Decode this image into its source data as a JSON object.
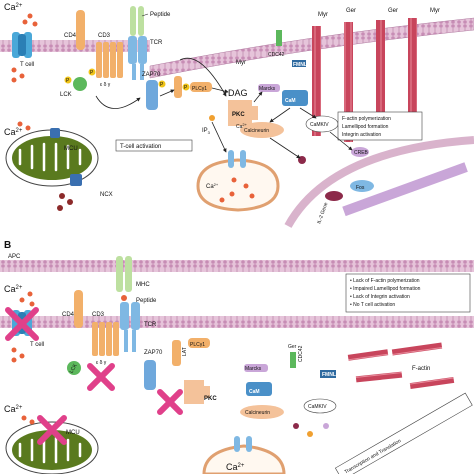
{
  "panel_a": {
    "ca_ion": "Ca",
    "ca_ion_sup": "2+",
    "t_cell": "T cell",
    "mcu": "MCU",
    "ncx": "NCX",
    "cd4": "CD4",
    "cd3": "CD3",
    "tcr": "TCR",
    "peptide": "Peptide",
    "lck": "LCK",
    "zap70": "ZAP70",
    "plcy1": "PLCγ1",
    "dag": "DAG",
    "ip3": "IP",
    "ip3_sub": "3",
    "pkc": "PKC",
    "myr": "Myr",
    "marcks": "Marcks",
    "ger": "Ger",
    "cdc42": "CDC42",
    "fmnl": "FMNL",
    "cam": "CaM",
    "calcineurin": "Calcineurin",
    "camkiv": "CaMKIV",
    "creb": "CREB",
    "fos": "Fos",
    "il2_gene": "IL-2 Gene",
    "t_cell_activation": "T-cell activation",
    "chain_labels": "ε δ γ",
    "phospho": "P",
    "outcomes": [
      "F-actin polymerization",
      "Lamellipod formation",
      "Integrin activation"
    ]
  },
  "panel_b": {
    "panel_letter": "B",
    "apc": "APC",
    "ca_ion": "Ca",
    "ca_ion_sup": "2+",
    "t_cell": "T cell",
    "mhc": "MHC",
    "peptide": "Peptide",
    "cd4": "CD4",
    "cd3": "CD3",
    "tcr": "TCR",
    "chain_labels": "ε δ γ",
    "zap70": "ZAP70",
    "lat": "LAT",
    "plcy1": "PLCγ1",
    "lck": "LCK",
    "ger": "Ger",
    "cdc42": "CDC42",
    "fmnl": "FMNL",
    "f_actin": "F-actin",
    "marcks": "Marcks",
    "cam": "CaM",
    "pkc": "PKC",
    "calcineurin": "Calcineurin",
    "camkiv": "CaMKIV",
    "mcu": "MCU",
    "transcription": "Transcription and Translation",
    "outcomes": [
      "Lack of F-actin polymerization",
      "Impaired Lamellipod formation",
      "Lack of Integrin activation",
      "No T cell activation"
    ]
  },
  "colors": {
    "membrane": "#d9b3cc",
    "membrane_stroke": "#b07aa0",
    "cd3": "#f2b06a",
    "tcr": "#7fb8e3",
    "mhc": "#bde0a0",
    "zap70": "#6fa8dc",
    "pkc": "#f4c29a",
    "cam": "#4a90c8",
    "fmnl": "#2e6aa0",
    "actin": "#c8455c",
    "mito": "#5a7a1e",
    "ion": "#e8623a",
    "block_x": "#e0408a"
  }
}
